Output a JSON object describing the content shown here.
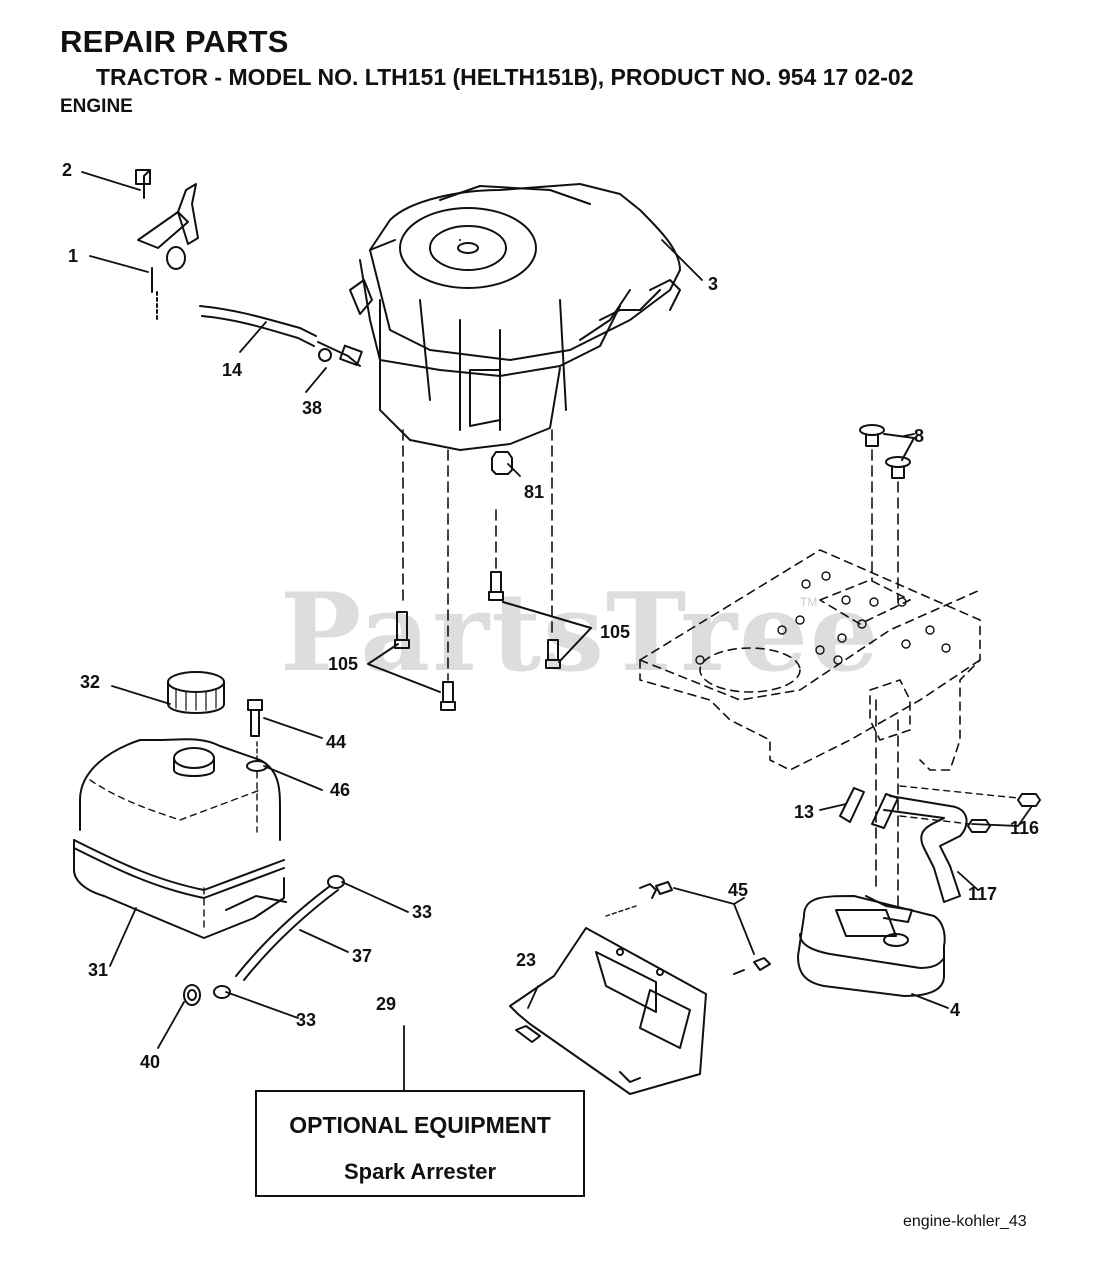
{
  "header": {
    "title": "REPAIR PARTS",
    "subtitle": "TRACTOR - MODEL NO. LTH151 (HELTH151B), PRODUCT NO. 954 17 02-02",
    "section": "ENGINE"
  },
  "watermark": {
    "text": "PartsTree",
    "mark": "TM"
  },
  "callouts": {
    "c1": "1",
    "c2": "2",
    "c3": "3",
    "c4": "4",
    "c8": "8",
    "c13": "13",
    "c14": "14",
    "c23": "23",
    "c29": "29",
    "c31": "31",
    "c32": "32",
    "c33a": "33",
    "c33b": "33",
    "c37": "37",
    "c38": "38",
    "c40": "40",
    "c44": "44",
    "c45": "45",
    "c46": "46",
    "c81": "81",
    "c105a": "105",
    "c105b": "105",
    "c116": "116",
    "c117": "117"
  },
  "optional": {
    "title": "OPTIONAL EQUIPMENT",
    "item": "Spark Arrester"
  },
  "reference": "engine-kohler_43"
}
